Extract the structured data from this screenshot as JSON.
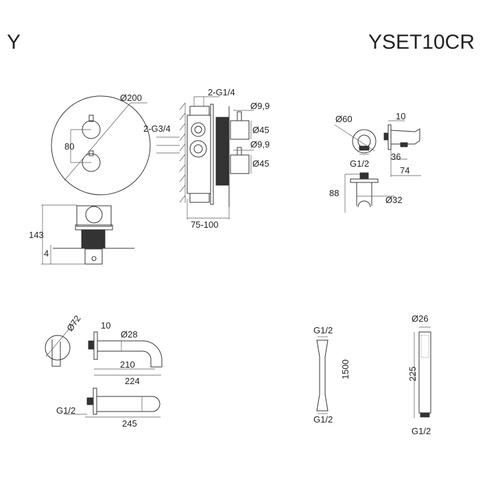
{
  "header": {
    "brand_letter": "Y",
    "model_code": "YSET10CR"
  },
  "valve_front": {
    "diameter": "Ø200",
    "knob_spacing": "80"
  },
  "valve_side": {
    "height": "143",
    "plate_thickness": "4"
  },
  "valve_body": {
    "outlet_threads": "2-G1/4",
    "inlet_threads": "2-G3/4",
    "stem_diameter_top": "Ø9,9",
    "knob_diameter_top": "Ø45",
    "stem_diameter_bottom": "Ø9,9",
    "knob_diameter_bottom": "Ø45",
    "install_depth": "75-100"
  },
  "wall_outlet_holder": {
    "diameter": "Ø60",
    "thread": "G1/2",
    "plate_depth": "10",
    "outlet_offset": "36",
    "total_depth": "74",
    "height": "88",
    "holder_diameter": "Ø32"
  },
  "spout": {
    "rosette_diameter": "Ø72",
    "plate_depth": "10",
    "pipe_diameter": "Ø28",
    "length_inner": "210",
    "length_total": "224"
  },
  "spout_alt": {
    "thread": "G1/2",
    "length": "245"
  },
  "hose": {
    "thread_top": "G1/2",
    "length": "1500",
    "thread_bottom": "G1/2"
  },
  "hand_shower": {
    "diameter": "Ø26",
    "length": "225",
    "thread": "G1/2"
  }
}
